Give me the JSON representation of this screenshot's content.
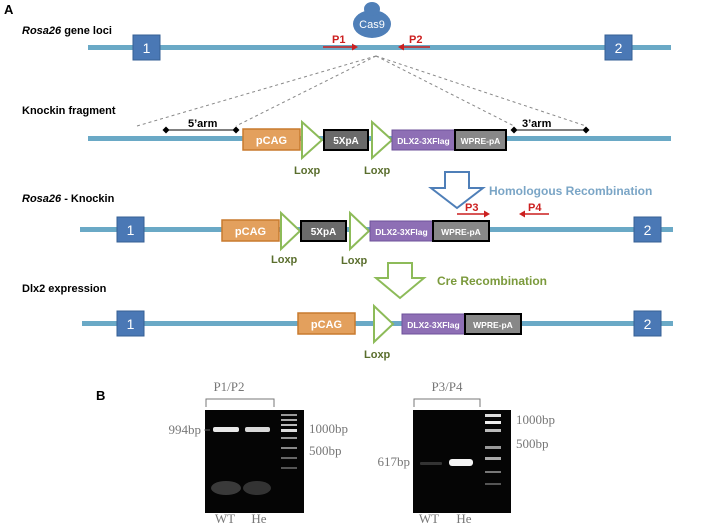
{
  "panel_a": {
    "label": "A",
    "rows": {
      "locus": {
        "title_italic": "Rosa26",
        "title_rest": " gene loci"
      },
      "fragment": {
        "title": "Knockin fragment"
      },
      "knockin": {
        "title_italic": "Rosa26",
        "title_rest": " - Knockin"
      },
      "expression": {
        "title": "Dlx2 expression"
      }
    },
    "exon_1": "1",
    "exon_2": "2",
    "cas9": "Cas9",
    "primers": {
      "p1": "P1",
      "p2": "P2",
      "p3": "P3",
      "p4": "P4"
    },
    "arms": {
      "left": "5’arm",
      "right": "3’arm"
    },
    "elements": {
      "pcag": "pCAG",
      "stop": "5XpA",
      "dlx2": "DLX2-3XFlag",
      "wpre": "WPRE-pA",
      "loxp": "Loxp"
    },
    "steps": {
      "homologous": "Homologous Recombination",
      "cre": "Cre Recombination"
    },
    "colors": {
      "backbone": "#6aa9c6",
      "exon_fill": "#4a78b5",
      "pcag_fill": "#e3a05d",
      "pcag_border": "#c87a2e",
      "stop_fill": "#6a6a6a",
      "dlx2_fill": "#8e6fb5",
      "wpre_fill": "#888888",
      "loxp": "#8dbb59",
      "loxp_text": "#5a6e2d",
      "primer": "#cc1f1f",
      "homologous_text": "#7aa5c6",
      "cre_text": "#7b9a3c"
    }
  },
  "panel_b": {
    "label": "B",
    "gel_1": {
      "primer_pair": "P1/P2",
      "band_label": "994bp",
      "ladder": [
        "1000bp",
        "500bp"
      ],
      "lanes": [
        "WT",
        "He"
      ]
    },
    "gel_2": {
      "primer_pair": "P3/P4",
      "band_label": "617bp",
      "ladder": [
        "1000bp",
        "500bp"
      ],
      "lanes": [
        "WT",
        "He"
      ]
    }
  }
}
